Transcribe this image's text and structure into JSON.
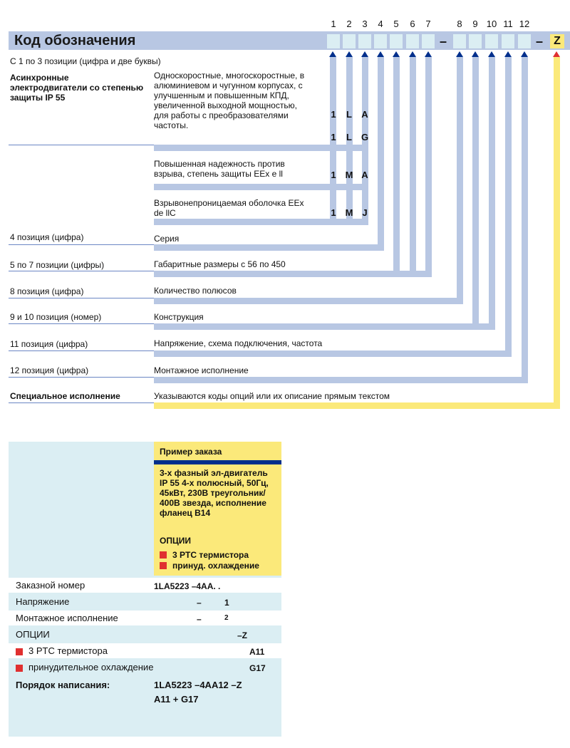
{
  "header": {
    "title": "Код обозначения",
    "positions": [
      "1",
      "2",
      "3",
      "4",
      "5",
      "6",
      "7",
      "8",
      "9",
      "10",
      "11",
      "12"
    ],
    "dash": "–",
    "special_letter": "Z"
  },
  "rows": {
    "pos1_3": "С 1 по 3 позиции (цифра и две буквы)",
    "motor_type": "Асинхронные электродвигатели со степенью защиты IP 55",
    "desc1": "Односкоростные, многоскоростные, в алюминиевом и чугунном корпусах, с улучшенным и повышенным КПД, увеличенной выходной мощностью, для работы с преобразователями частоты.",
    "code1": [
      "1",
      "L",
      "A"
    ],
    "code2": [
      "1",
      "L",
      "G"
    ],
    "desc2": "Повышенная надежность против взрыва, степень защиты EEx e ll",
    "code3": [
      "1",
      "M",
      "A"
    ],
    "desc3": "Взрывонепроницаемая оболочка EEx de llC",
    "code4": [
      "1",
      "M",
      "J"
    ],
    "pos4": "4 позиция (цифра)",
    "pos4_desc": "Серия",
    "pos5_7": "5 по 7 позиции (цифры)",
    "pos5_7_desc": "Габаритные размеры с 56 по 450",
    "pos8": "8 позиция (цифра)",
    "pos8_desc": "Количество полюсов",
    "pos9_10": "9 и 10 позиция (номер)",
    "pos9_10_desc": "Конструкция",
    "pos11": "11 позиция (цифра)",
    "pos11_desc": "Напряжение, схема подключения, частота",
    "pos12": "12 позиция (цифра)",
    "pos12_desc": "Монтажное исполнение",
    "special": "Специальное исполнение",
    "special_desc": "Указываются коды опций или их описание прямым текстом"
  },
  "example": {
    "title": "Пример заказа",
    "desc": "3-х фазный эл-двигатель IP 55 4-х полюсный, 50Гц, 45кВт, 230В треугольник/ 400В звезда, исполнение фланец B14",
    "options_label": "ОПЦИИ",
    "opt1": "3 PTC термистора",
    "opt2": "принуд. охлаждение",
    "order_label": "Заказной номер",
    "order_value": "1LA5223 –4AA. .",
    "voltage_label": "Напряжение",
    "voltage_dash": "–",
    "voltage_value": "1",
    "mount_label": "Монтажное исполнение",
    "mount_dash": "–",
    "mount_value": "2",
    "options_row": "ОПЦИИ",
    "options_value": "–Z",
    "thermistor_label": "3 PTC термистора",
    "thermistor_value": "A11",
    "cooling_label": "принудительное охлаждение",
    "cooling_value": "G17",
    "writing_label": "Порядок написания:",
    "writing_value1": "1LA5223 –4AA12 –Z",
    "writing_value2": "A11 + G17"
  },
  "colors": {
    "line_blue": "#b8c7e3",
    "line_yellow": "#fbe97a",
    "arrow_blue": "#002f8c",
    "arrow_red": "#e03030",
    "box_cyan": "#dbeef3",
    "example_yellow": "#fbe97a"
  }
}
